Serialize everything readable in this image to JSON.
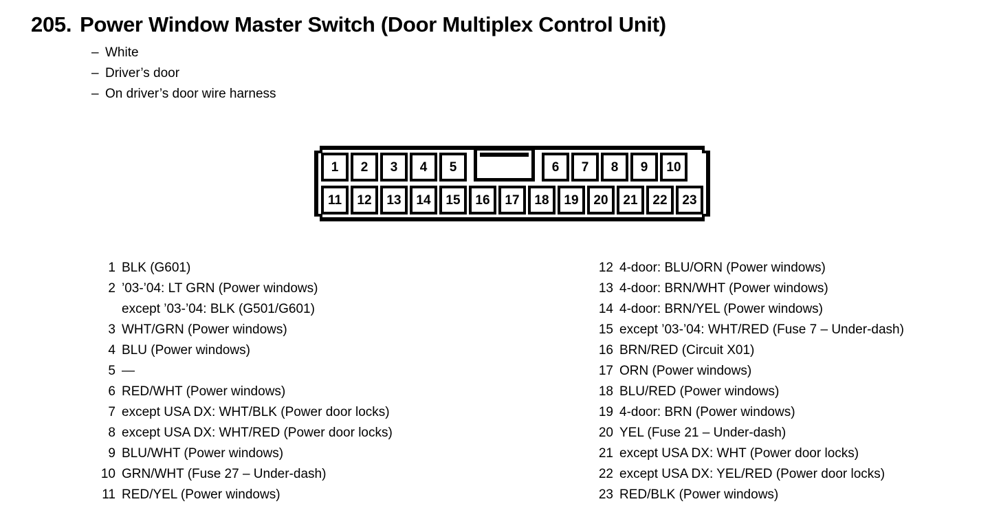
{
  "header": {
    "number": "205.",
    "title": "Power Window Master Switch (Door Multiplex Control Unit)",
    "dash": "–",
    "subtitles": [
      "White",
      "Driver’s door",
      "On driver’s door wire harness"
    ]
  },
  "connector": {
    "name": "23-pin connector",
    "top_row": [
      "1",
      "2",
      "3",
      "4",
      "5"
    ],
    "top_row_right": [
      "6",
      "7",
      "8",
      "9",
      "10"
    ],
    "bottom_row": [
      "11",
      "12",
      "13",
      "14",
      "15",
      "16",
      "17",
      "18",
      "19",
      "20",
      "21",
      "22",
      "23"
    ],
    "latch_label": "center-latch"
  },
  "pins_left": [
    {
      "no": "1",
      "desc": "BLK (G601)"
    },
    {
      "no": "2",
      "desc": "’03-’04: LT GRN (Power windows)",
      "desc2": "except ’03-’04: BLK (G501/G601)"
    },
    {
      "no": "3",
      "desc": "WHT/GRN (Power windows)"
    },
    {
      "no": "4",
      "desc": "BLU (Power windows)"
    },
    {
      "no": "5",
      "desc": "—"
    },
    {
      "no": "6",
      "desc": "RED/WHT (Power windows)"
    },
    {
      "no": "7",
      "desc": "except USA DX: WHT/BLK (Power door locks)"
    },
    {
      "no": "8",
      "desc": "except USA DX: WHT/RED (Power door locks)"
    },
    {
      "no": "9",
      "desc": "BLU/WHT (Power windows)"
    },
    {
      "no": "10",
      "desc": "GRN/WHT (Fuse 27 – Under-dash)"
    },
    {
      "no": "11",
      "desc": "RED/YEL (Power windows)"
    }
  ],
  "pins_right": [
    {
      "no": "12",
      "desc": "4-door: BLU/ORN (Power windows)"
    },
    {
      "no": "13",
      "desc": "4-door: BRN/WHT (Power windows)"
    },
    {
      "no": "14",
      "desc": "4-door: BRN/YEL (Power windows)"
    },
    {
      "no": "15",
      "desc": "except ’03-’04: WHT/RED (Fuse 7 – Under-dash)"
    },
    {
      "no": "16",
      "desc": "BRN/RED (Circuit X01)"
    },
    {
      "no": "17",
      "desc": "ORN (Power windows)"
    },
    {
      "no": "18",
      "desc": "BLU/RED (Power windows)"
    },
    {
      "no": "19",
      "desc": "4-door: BRN (Power windows)"
    },
    {
      "no": "20",
      "desc": "YEL (Fuse 21 – Under-dash)"
    },
    {
      "no": "21",
      "desc": "except USA DX: WHT (Power door locks)"
    },
    {
      "no": "22",
      "desc": "except USA DX: YEL/RED (Power door locks)"
    },
    {
      "no": "23",
      "desc": "RED/BLK (Power windows)"
    }
  ],
  "colors": {
    "ink": "#000000",
    "paper": "#ffffff"
  }
}
